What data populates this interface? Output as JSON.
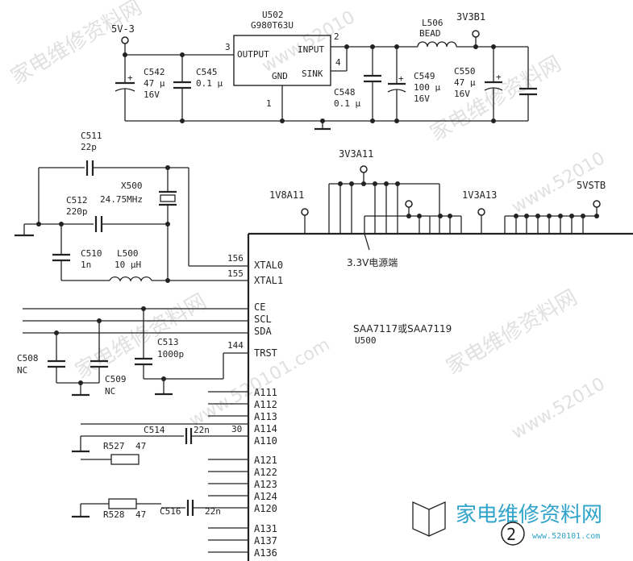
{
  "regulator": {
    "rail_in": "5V-3",
    "rail_out": "3V3B1",
    "ic_ref": "U502",
    "ic_part": "G980T63U",
    "pin_output": "OUTPUT",
    "pin_input": "INPUT",
    "pin_gnd": "GND",
    "pin_sink": "SINK",
    "pin_num_output": "3",
    "pin_num_input": "2",
    "pin_num_sink": "4",
    "pin_num_gnd": "1",
    "c542": [
      "C542",
      "47 µ",
      "16V"
    ],
    "c545": [
      "C545",
      "0.1 µ"
    ],
    "c548": [
      "C548",
      "0.1 µ"
    ],
    "c549": [
      "C549",
      "100 µ",
      "16V"
    ],
    "c550": [
      "C550",
      "47 µ",
      "16V"
    ],
    "l506": [
      "L506",
      "BEAD"
    ]
  },
  "clock": {
    "c511": [
      "C511",
      "22p"
    ],
    "c512": [
      "C512",
      "220p"
    ],
    "c510": [
      "C510",
      "1n"
    ],
    "x500": [
      "X500",
      "24.75MHz"
    ],
    "l500": [
      "L500",
      "10 µH"
    ],
    "pin156": "156",
    "pin155": "155"
  },
  "power_pins": {
    "rail_1v8": "1V8A11",
    "rail_3v3": "3V3A11",
    "rail_1v3": "1V3A13",
    "rail_5vstb": "5VSTB",
    "note": "3.3V电源端"
  },
  "chip": {
    "name": "SAA7117或SAA7119",
    "ref": "U500",
    "pins": [
      "XTAL0",
      "XTAL1",
      "CE",
      "SCL",
      "SDA",
      "TRST",
      "A111",
      "A112",
      "A113",
      "A114",
      "A110",
      "A121",
      "A122",
      "A123",
      "A124",
      "A120",
      "A131",
      "A137",
      "A136"
    ],
    "pin144": "144",
    "pin30": "30"
  },
  "control": {
    "c508": [
      "C508",
      "NC"
    ],
    "c509": [
      "C509",
      "NC"
    ],
    "c513": [
      "C513",
      "1000p"
    ]
  },
  "analog": {
    "c514": [
      "C514",
      "22n"
    ],
    "r527": [
      "R527",
      "47"
    ],
    "r528": [
      "R528",
      "47"
    ],
    "c516": [
      "C516",
      "22n"
    ]
  },
  "figure_number": "2",
  "watermarks": [
    "家电维修资料网",
    "www.52010",
    "www.52010",
    "家电维修资料网",
    "www.520101.com",
    "家电维修资料网",
    "www.52010"
  ],
  "logo": {
    "text": "家电维修资料网",
    "url": "www.520101.com",
    "brand_color": "#2fa3c9"
  }
}
